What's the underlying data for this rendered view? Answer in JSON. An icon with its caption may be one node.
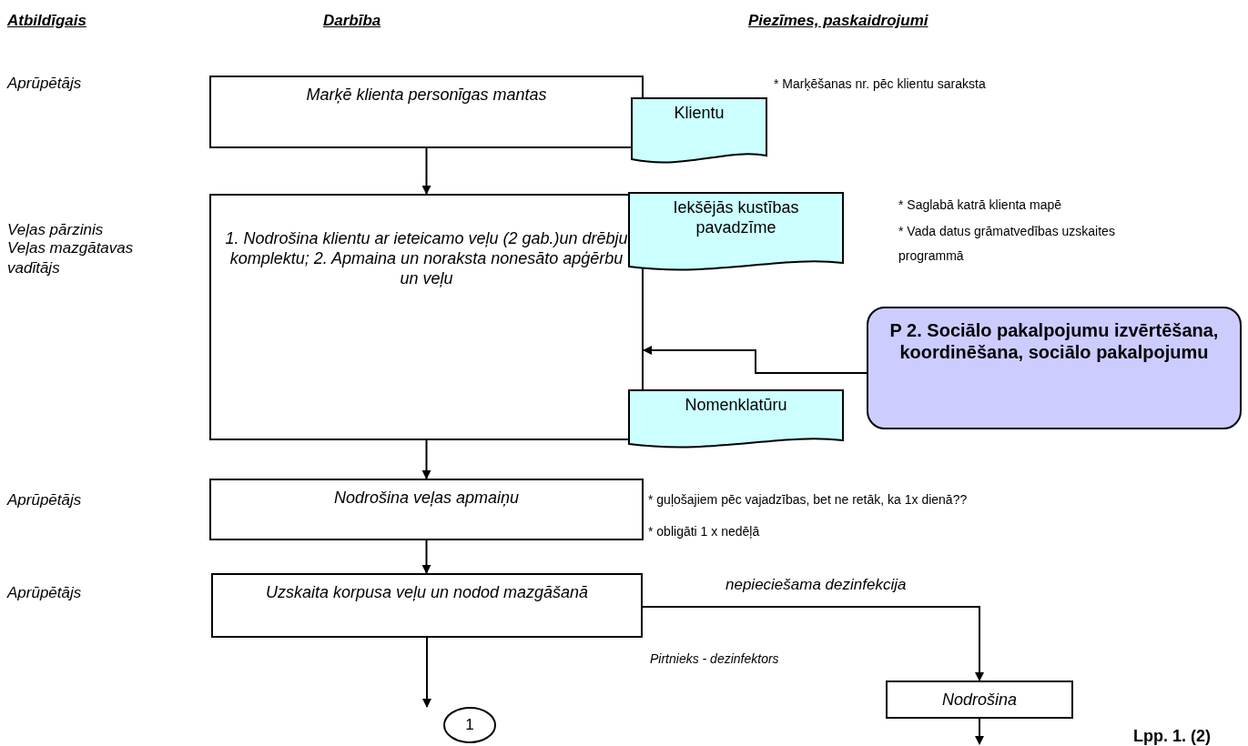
{
  "diagram": {
    "nodes": [
      {
        "text": [
          "Marķē klienta personīgas mantas"
        ]
      },
      {
        "text": [
          "Klientu"
        ]
      },
      {
        "text": [
          "1. Nodrošina klientu ar ieteicamo veļu (2 gab.)un drēbju komplektu; 2. Apmaina un noraksta nonesāto apģērbu un veļu"
        ]
      },
      {
        "text": [
          "Iekšējās kustības pavadzīme"
        ]
      },
      {
        "text": [
          "Nomenklatūru"
        ]
      },
      {
        "text": [
          "P 2. Sociālo pakalpojumu izvērtēšana, koordinēšana, sociālo pakalpojumu"
        ]
      },
      {
        "text": [
          "Nodrošina veļas apmaiņu"
        ]
      },
      {
        "text": [
          "Uzskaita korpusa veļu un nodod mazgāšanā"
        ]
      },
      {
        "text": [
          "1"
        ]
      },
      {
        "text": [
          "Nodrošina"
        ]
      }
    ],
    "edges": [
      {
        "from": 0,
        "to": 2,
        "arrow": "to"
      },
      {
        "from": 5,
        "to": 2,
        "arrow": "to"
      },
      {
        "from": 2,
        "to": 6,
        "arrow": "to"
      },
      {
        "from": 6,
        "to": 7,
        "arrow": "to"
      },
      {
        "from": 7,
        "to": 8,
        "arrow": "to"
      },
      {
        "from": 7,
        "to": 9,
        "arrow": "to",
        "label": "nepieciešama dezinfekcija"
      },
      {
        "from": 9,
        "to": null,
        "arrow": "to"
      }
    ],
    "labels": [
      "Atbildīgais",
      "Darbība",
      "Piezīmes, paskaidrojumi",
      "Aprūpētājs",
      "* Marķēšanas nr. pēc klientu saraksta",
      "* Saglabā katrā klienta mapē",
      "* Vada datus grāmatvedības uzskaites programmā",
      "Veļas pārzinis",
      "Veļas mazgātavas vadītājs",
      "Aprūpētājs",
      "* guļošajiem pēc vajadzības, bet ne retāk, ka 1x dienā??",
      "* obligāti 1 x nedēļā",
      "Aprūpētājs",
      "Pirtnieks - dezinfektors",
      "Lpp. 1. (2)"
    ]
  }
}
